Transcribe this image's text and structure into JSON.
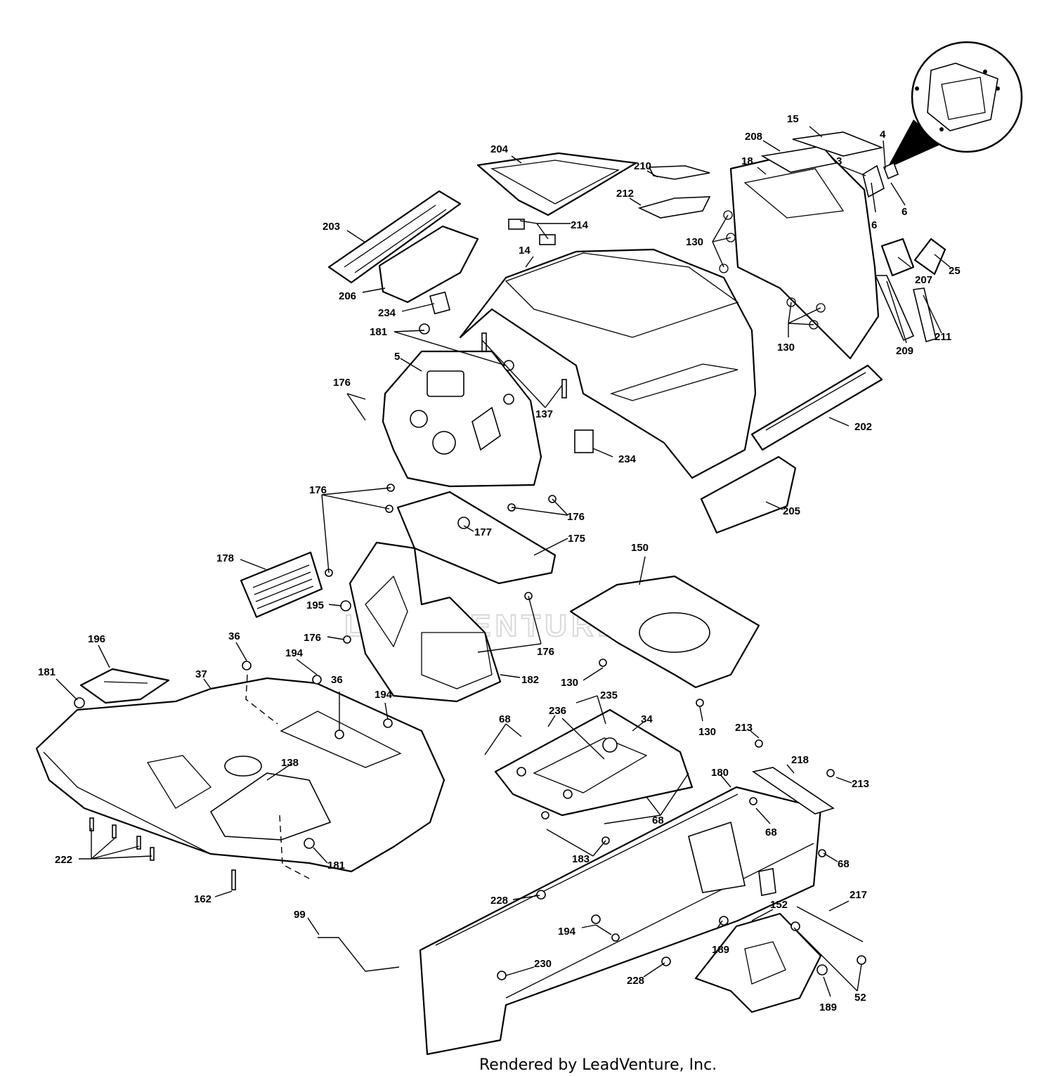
{
  "diagram": {
    "watermark": "LEADVENTURE",
    "footer": "Rendered by LeadVenture, Inc.",
    "callouts": {
      "c15": "15",
      "c208": "208",
      "c4": "4",
      "c3": "3",
      "c18": "18",
      "c6a": "6",
      "c6b": "6",
      "c204": "204",
      "c210": "210",
      "c212": "212",
      "c214": "214",
      "c203": "203",
      "c130a": "130",
      "c207": "207",
      "c25": "25",
      "c14": "14",
      "c206": "206",
      "c234a": "234",
      "c181a": "181",
      "c130b": "130",
      "c209": "209",
      "c211": "211",
      "c5": "5",
      "c176a": "176",
      "c137": "137",
      "c202": "202",
      "c234b": "234",
      "c176b": "176",
      "c176c": "176",
      "c205": "205",
      "c177": "177",
      "c175": "175",
      "c178": "178",
      "c150": "150",
      "c195": "195",
      "c176d": "176",
      "c176e": "176",
      "c196": "196",
      "c36a": "36",
      "c181b": "181",
      "c37": "37",
      "c194a": "194",
      "c36b": "36",
      "c182": "182",
      "c130c": "130",
      "c194b": "194",
      "c68a": "68",
      "c235": "235",
      "c236": "236",
      "c34": "34",
      "c130d": "130",
      "c213a": "213",
      "c138": "138",
      "c218": "218",
      "c213b": "213",
      "c180": "180",
      "c68b": "68",
      "c68c": "68",
      "c222": "222",
      "c68d": "68",
      "c181c": "181",
      "c183": "183",
      "c162": "162",
      "c228a": "228",
      "c217": "217",
      "c99": "99",
      "c152": "152",
      "c194c": "194",
      "c189a": "189",
      "c230": "230",
      "c228b": "228",
      "c52": "52",
      "c189b": "189"
    }
  }
}
